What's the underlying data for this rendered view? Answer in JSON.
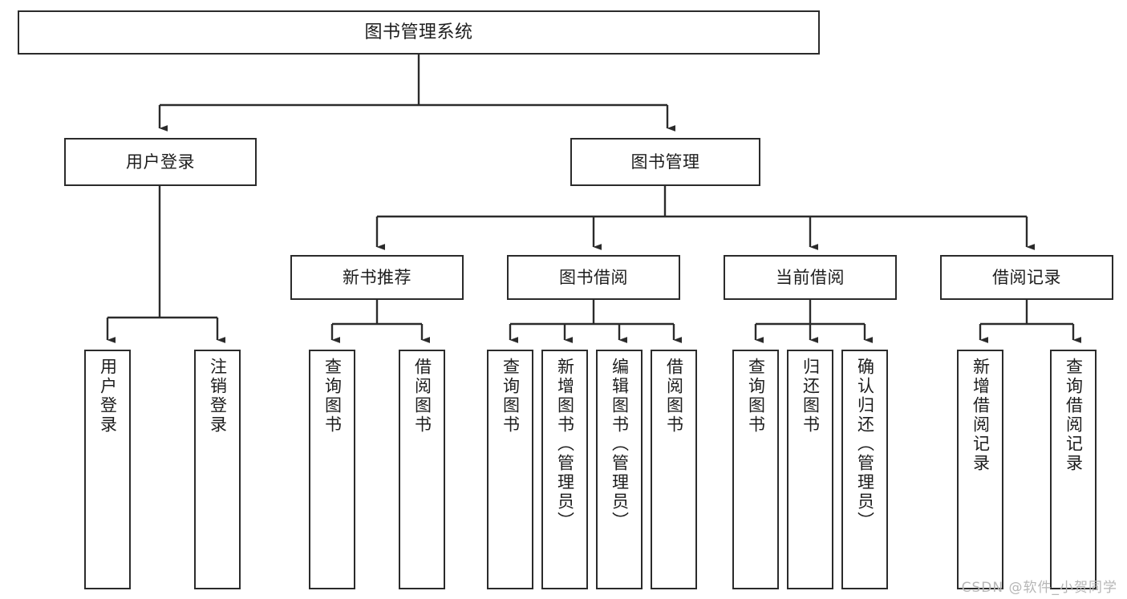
{
  "diagram": {
    "title": "图书管理系统",
    "type": "tree",
    "watermark": "CSDN @软件_小贺同学",
    "colors": {
      "stroke": "#2b2b2b",
      "fill": "#ffffff",
      "text": "#1d1d1d",
      "watermark": "#b6b6b6"
    },
    "levels": {
      "root": {
        "label": "图书管理系统"
      },
      "level2": [
        {
          "id": "user-login",
          "label": "用户登录"
        },
        {
          "id": "book-management",
          "label": "图书管理"
        }
      ],
      "level3": [
        {
          "id": "new-book-recommend",
          "label": "新书推荐",
          "parent": "book-management"
        },
        {
          "id": "book-borrow",
          "label": "图书借阅",
          "parent": "book-management"
        },
        {
          "id": "current-borrow",
          "label": "当前借阅",
          "parent": "book-management"
        },
        {
          "id": "borrow-record",
          "label": "借阅记录",
          "parent": "book-management"
        }
      ],
      "leaves": [
        {
          "id": "leaf-user-login",
          "label": "用户登录",
          "parent": "user-login"
        },
        {
          "id": "leaf-logout",
          "label": "注销登录",
          "parent": "user-login"
        },
        {
          "id": "leaf-query-book-1",
          "label": "查询图书",
          "parent": "new-book-recommend"
        },
        {
          "id": "leaf-borrow-book-1",
          "label": "借阅图书",
          "parent": "new-book-recommend"
        },
        {
          "id": "leaf-query-book-2",
          "label": "查询图书",
          "parent": "book-borrow"
        },
        {
          "id": "leaf-add-book",
          "label": "新增图书（管理员）",
          "parent": "book-borrow"
        },
        {
          "id": "leaf-edit-book",
          "label": "编辑图书（管理员）",
          "parent": "book-borrow"
        },
        {
          "id": "leaf-borrow-book-2",
          "label": "借阅图书",
          "parent": "book-borrow"
        },
        {
          "id": "leaf-query-book-3",
          "label": "查询图书",
          "parent": "current-borrow"
        },
        {
          "id": "leaf-return-book",
          "label": "归还图书",
          "parent": "current-borrow"
        },
        {
          "id": "leaf-confirm-return",
          "label": "确认归还（管理员）",
          "parent": "current-borrow"
        },
        {
          "id": "leaf-add-record",
          "label": "新增借阅记录",
          "parent": "borrow-record"
        },
        {
          "id": "leaf-query-record",
          "label": "查询借阅记录",
          "parent": "borrow-record"
        }
      ]
    }
  }
}
